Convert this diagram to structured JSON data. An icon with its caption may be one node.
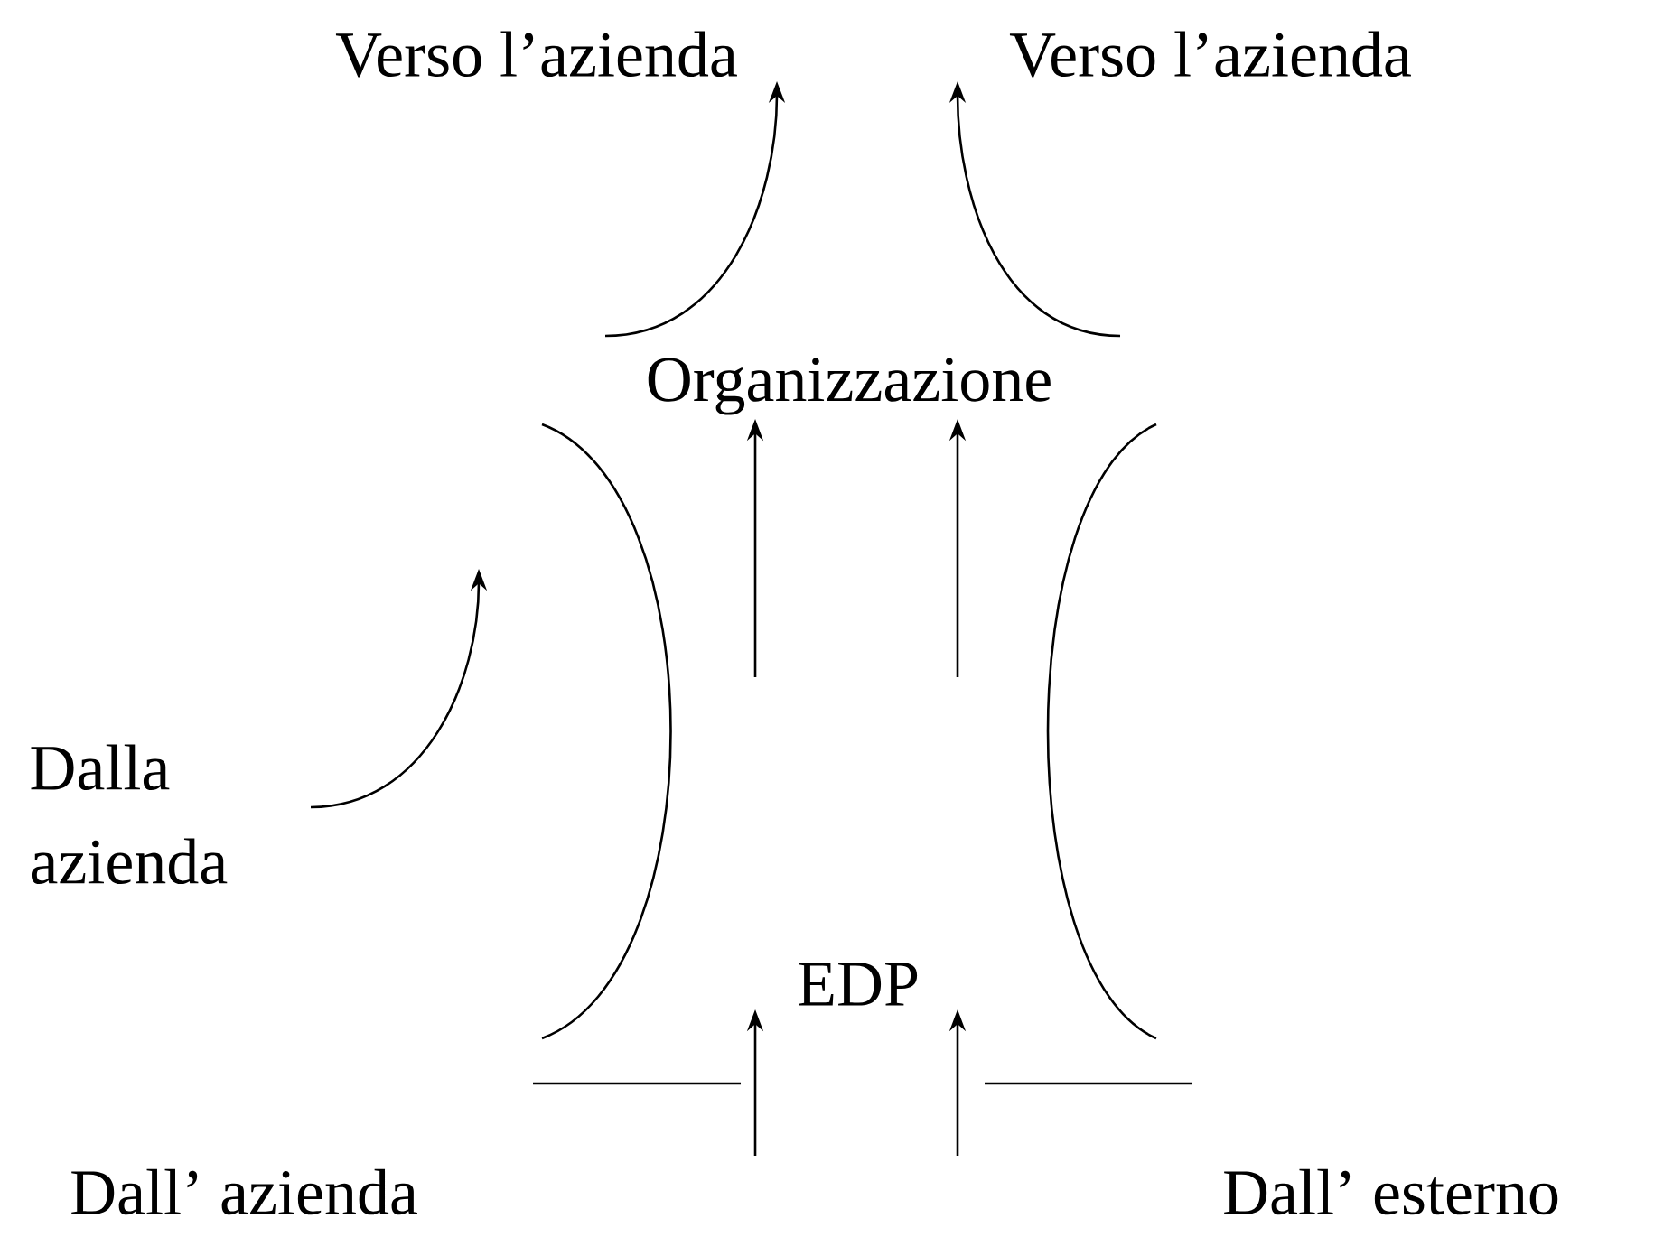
{
  "diagram": {
    "nodes": [
      {
        "text": [
          "Verso l’azienda"
        ]
      },
      {
        "text": [
          "Verso l’azienda"
        ]
      },
      {
        "text": [
          "Organizzazione"
        ]
      },
      {
        "text": [
          "Dalla azienda"
        ]
      },
      {
        "text": [
          "EDP"
        ]
      },
      {
        "text": [
          "Dall’ azienda"
        ]
      },
      {
        "text": [
          "Dall’ esterno"
        ]
      }
    ],
    "edges": [
      {
        "from": 2,
        "to": 0,
        "arrow": "to"
      },
      {
        "from": 2,
        "to": 1,
        "arrow": "to"
      },
      {
        "from": 3,
        "to": null,
        "arrow": "to"
      },
      {
        "from": null,
        "to": 2,
        "arrow": "to"
      },
      {
        "from": null,
        "to": 2,
        "arrow": "to"
      },
      {
        "from": null,
        "to": 4,
        "arrow": "to"
      },
      {
        "from": null,
        "to": 4,
        "arrow": "to"
      }
    ]
  }
}
